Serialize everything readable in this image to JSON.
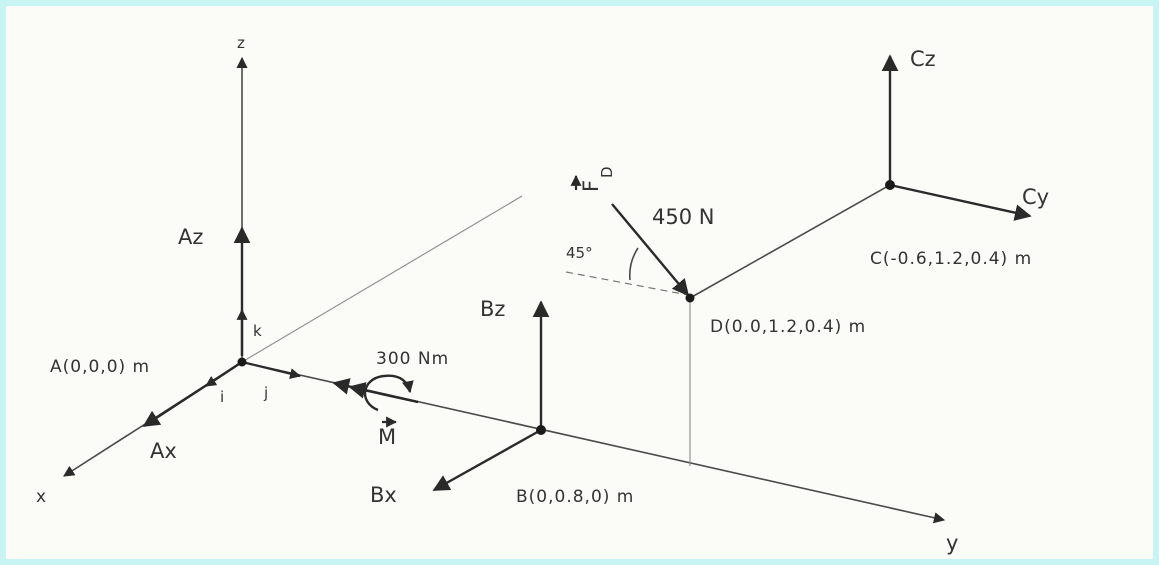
{
  "axes": {
    "x_label": "x",
    "y_label": "y",
    "z_label": "z"
  },
  "unit_vectors": {
    "i": "i",
    "j": "j",
    "k": "k"
  },
  "forces": {
    "Ax": "Ax",
    "Az": "Az",
    "Bx": "Bx",
    "Bz": "Bz",
    "Cy": "Cy",
    "Cz": "Cz",
    "FD_symbol": "F",
    "FD_subscript": "D",
    "FD_magnitude": "450 N"
  },
  "moment": {
    "symbol": "M",
    "magnitude": "300 Nm"
  },
  "angle": "45°",
  "points": {
    "A": "A(0,0,0) m",
    "B": "B(0,0.8,0) m",
    "C": "C(-0.6,1.2,0.4) m",
    "D": "D(0.0,1.2,0.4) m"
  }
}
